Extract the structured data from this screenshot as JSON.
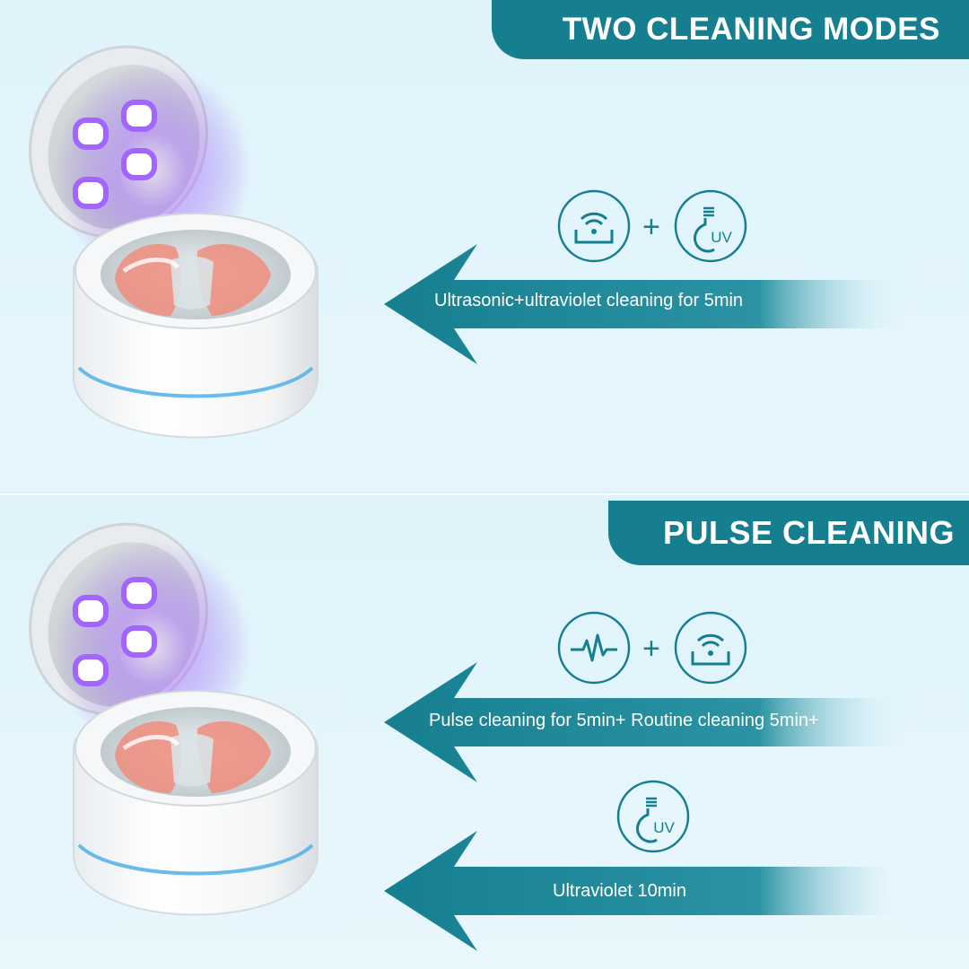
{
  "colors": {
    "background": "#e2f4fb",
    "accent": "#157f90",
    "uv_glow": "#8a4cf0",
    "ring_light": "#58b4e8"
  },
  "sections": [
    {
      "title": "TWO CLEANING MODES",
      "modes": [
        {
          "icons": [
            "ultrasonic-wave-icon",
            "uv-bulb-icon"
          ],
          "joiner": "+",
          "text": "Ultrasonic+ultraviolet cleaning for 5min"
        }
      ]
    },
    {
      "title": "PULSE CLEANING",
      "modes": [
        {
          "icons": [
            "pulse-wave-icon",
            "ultrasonic-wave-icon"
          ],
          "joiner": "+",
          "text": "Pulse cleaning for 5min+ Routine cleaning 5min+"
        },
        {
          "icons": [
            "uv-bulb-icon"
          ],
          "text": "Ultraviolet 10min"
        }
      ]
    }
  ],
  "icon_texts": {
    "uv": "UV"
  }
}
